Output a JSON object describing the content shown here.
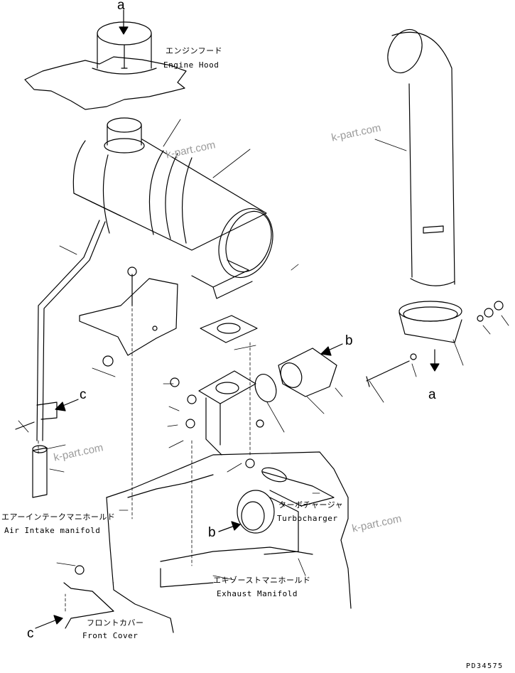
{
  "labels": {
    "engine_hood": {
      "jp": "エンジンフード",
      "en": "Engine Hood"
    },
    "air_intake": {
      "jp": "エアーインテークマニホールド",
      "en": "Air Intake manifold"
    },
    "turbocharger": {
      "jp": "ターボチャージャ",
      "en": "Turbocharger"
    },
    "exhaust": {
      "jp": "エキゾーストマニホールド",
      "en": "Exhaust Manifold"
    },
    "front_cover": {
      "jp": "フロントカバー",
      "en": "Front Cover"
    }
  },
  "refs": {
    "a": "a",
    "b": "b",
    "c": "c"
  },
  "watermark": "k-part.com",
  "drawing_code": "PD34575"
}
